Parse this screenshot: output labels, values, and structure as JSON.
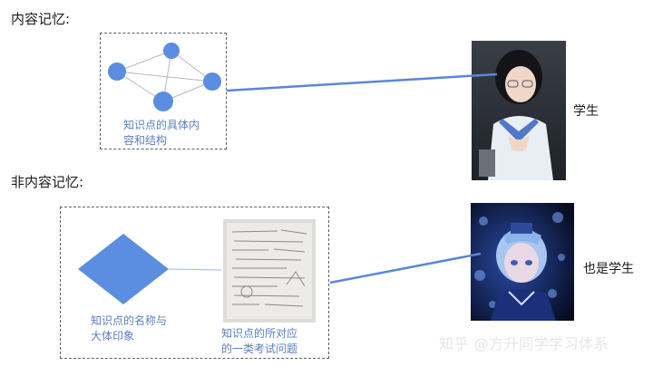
{
  "sections": {
    "content_memory": {
      "heading": "内容记忆:",
      "caption_line1": "知识点的具体内",
      "caption_line2": "容和结构",
      "target_label": "学生"
    },
    "non_content_memory": {
      "heading": "非内容记忆:",
      "caption_a_line1": "知识点的名称与",
      "caption_a_line2": "大体印象",
      "caption_b_line1": "知识点的所对应",
      "caption_b_line2": "的一类考试问题",
      "target_label": "也是学生"
    }
  },
  "watermark": "知乎 @方升同学学习体系",
  "colors": {
    "node": "#5b8de0",
    "connector": "#5a86d8",
    "caption": "#5b7fc4",
    "dashed_border": "#5a5f6e"
  }
}
